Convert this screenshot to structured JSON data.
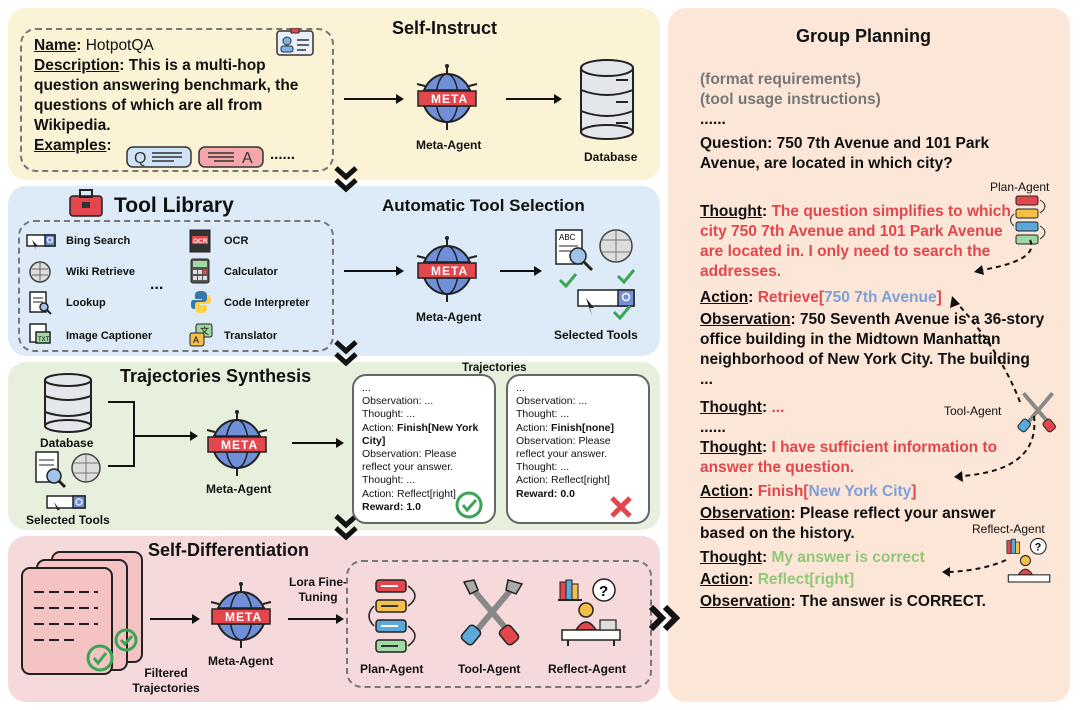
{
  "self_instruct": {
    "title": "Self-Instruct",
    "name_label": "Name",
    "name_value": " HotpotQA",
    "desc_label": "Description",
    "desc_value": ": This is a multi-hop question answering benchmark, the questions of which are all from Wikipedia.",
    "examples_label": "Examples",
    "examples_ellipsis": "......",
    "meta_agent": "Meta-Agent",
    "database": "Database"
  },
  "tool_library": {
    "title": "Tool Library",
    "auto_title": "Automatic Tool Selection",
    "tools_left": [
      "Bing Search",
      "Wiki Retrieve",
      "Lookup",
      "Image Captioner"
    ],
    "tools_right": [
      "OCR",
      "Calculator",
      "Code Interpreter",
      "Translator"
    ],
    "ellipsis": "...",
    "meta_agent": "Meta-Agent",
    "selected_tools": "Selected Tools"
  },
  "trajectories": {
    "title": "Trajectories Synthesis",
    "label": "Trajectories",
    "database": "Database",
    "selected_tools": "Selected Tools",
    "meta_agent": "Meta-Agent",
    "traj1": {
      "lines": [
        "...",
        "Observation: ...",
        "Thought: ..."
      ],
      "action_prefix": "Action: ",
      "action_bold": "Finish[New York City]",
      "obs": "Observation: Please reflect your answer.",
      "thought": "Thought: ...",
      "action2": "Action: Reflect[right]",
      "reward": "Reward: 1.0"
    },
    "traj2": {
      "lines": [
        "...",
        "Observation: ...",
        "Thought: ..."
      ],
      "action_prefix": "Action: ",
      "action_bold": "Finish[none]",
      "obs": "Observation: Please reflect your answer.",
      "thought": "Thought: ...",
      "action2": "Action: Reflect[right]",
      "reward": "Reward: 0.0"
    }
  },
  "self_diff": {
    "title": "Self-Differentiation",
    "lora": "Lora Fine-Tuning",
    "meta_agent": "Meta-Agent",
    "filtered": "Filtered Trajectories",
    "plan_agent": "Plan-Agent",
    "tool_agent": "Tool-Agent",
    "reflect_agent": "Reflect-Agent"
  },
  "meta_logo": "META",
  "group_planning": {
    "title": "Group Planning",
    "format_req": "(format requirements)",
    "tool_usage": "(tool usage instructions)",
    "dots": "......",
    "question": "Question: 750 7th Avenue and 101 Park Avenue, are located in which city?",
    "plan_agent_label": "Plan-Agent",
    "tool_agent_label": "Tool-Agent",
    "reflect_agent_label": "Reflect-Agent",
    "thought_label": "Thought",
    "action_label": "Action",
    "observation_label": "Observation",
    "thought1": "The question simplifies to which city 750 7th Avenue and 101 Park Avenue are located in. I only need to search the addresses.",
    "action1_fn": "Retrieve[",
    "action1_arg": "750 7th Avenue",
    "action1_end": "]",
    "obs1": "750 Seventh Avenue is a 36-story office building in the Midtown Manhattan neighborhood of New York City. The building ...",
    "thought2": "...",
    "dots2": "......",
    "thought3": "I have sufficient information to answer the question.",
    "action2_fn": "Finish[",
    "action2_arg": "New York City",
    "action2_end": "]",
    "obs2": "Please reflect your answer based on the history.",
    "thought4": "My answer is correct",
    "action3": "Reflect[right]",
    "obs3": "The answer is CORRECT."
  }
}
